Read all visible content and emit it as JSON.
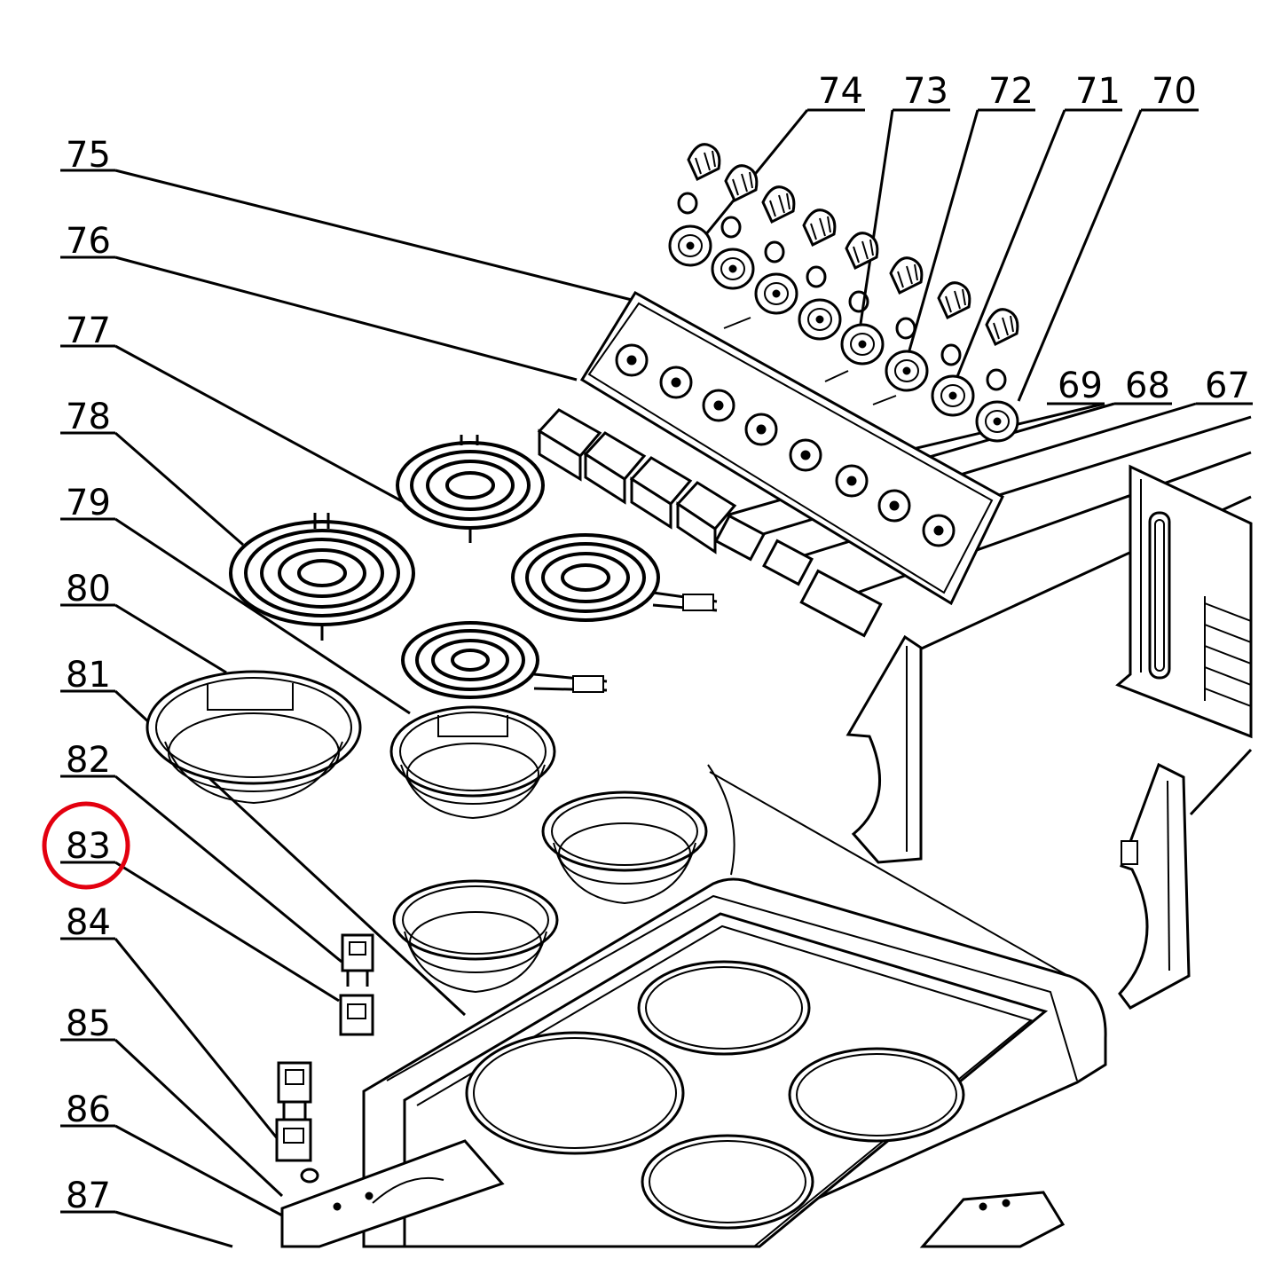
{
  "callouts": [
    {
      "id": "75",
      "text": "75"
    },
    {
      "id": "76",
      "text": "76"
    },
    {
      "id": "77",
      "text": "77"
    },
    {
      "id": "78",
      "text": "78"
    },
    {
      "id": "79",
      "text": "79"
    },
    {
      "id": "80",
      "text": "80"
    },
    {
      "id": "81",
      "text": "81"
    },
    {
      "id": "82",
      "text": "82"
    },
    {
      "id": "83",
      "text": "83"
    },
    {
      "id": "84",
      "text": "84"
    },
    {
      "id": "85",
      "text": "85"
    },
    {
      "id": "86",
      "text": "86"
    },
    {
      "id": "87",
      "text": "87"
    },
    {
      "id": "74",
      "text": "74"
    },
    {
      "id": "73",
      "text": "73"
    },
    {
      "id": "72",
      "text": "72"
    },
    {
      "id": "71",
      "text": "71"
    },
    {
      "id": "70",
      "text": "70"
    },
    {
      "id": "69",
      "text": "69"
    },
    {
      "id": "68",
      "text": "68"
    },
    {
      "id": "67",
      "text": "67"
    }
  ],
  "highlight": {
    "target": "83",
    "color": "#e3000f"
  }
}
